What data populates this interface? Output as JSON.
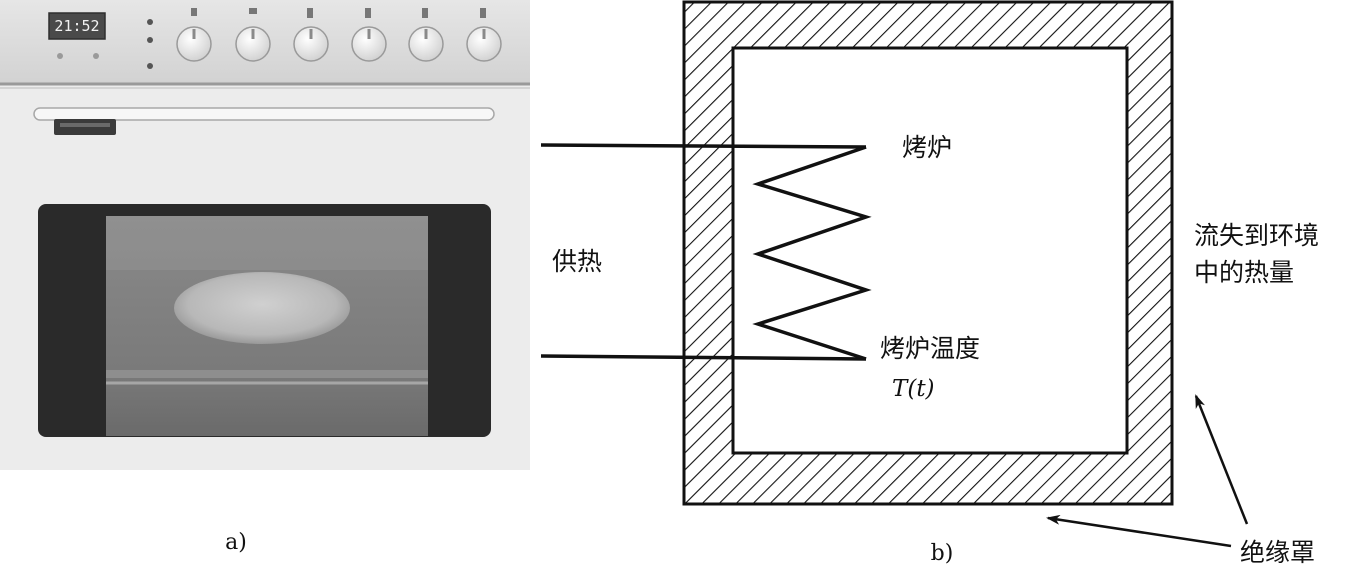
{
  "photo": {
    "clock": "21:52",
    "caption": "a)"
  },
  "diagram": {
    "caption": "b)",
    "heater_label": "烤炉",
    "temp_label": "烤炉温度",
    "temp_symbol": "T(t)",
    "supply_label": "供热",
    "loss_label_line1": "流失到环境",
    "loss_label_line2": "中的热量",
    "insulation_label": "绝缘罩"
  }
}
